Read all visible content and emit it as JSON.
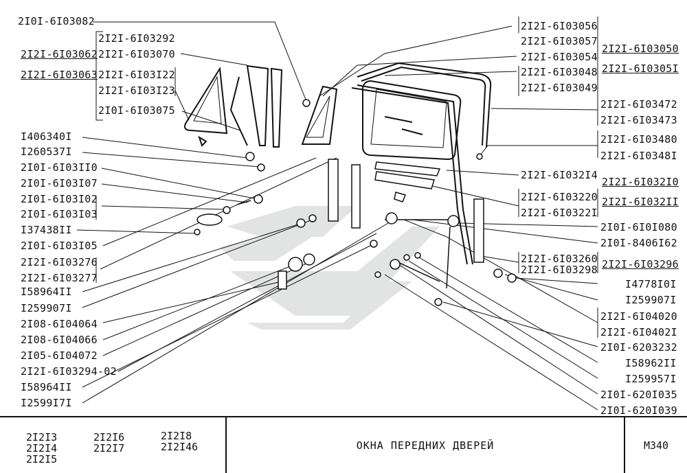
{
  "left_labels": [
    "2I0I-6I03082",
    "2I2I-6I03062",
    "2I2I-6I03063",
    "I406340I",
    "I260537I",
    "2I0I-6I03II0",
    "2I0I-6I03I07",
    "2I0I-6I03I02",
    "2I0I-6I03I03",
    "I37438II",
    "2I0I-6I03I05",
    "2I2I-6I03276",
    "2I2I-6I03277",
    "I58964II",
    "I259907I",
    "2I08-6I04064",
    "2I08-6I04066",
    "2I05-6I04072",
    "2I2I-6I03294-02",
    "I58964II",
    "I2599I7I"
  ],
  "inner_left_labels": [
    "2I2I-6I03292",
    "2I2I-6I03070",
    "2I2I-6I03I22",
    "2I2I-6I03I23",
    "2I0I-6I03075"
  ],
  "right_labels": [
    "2I2I-6I03056",
    "2I2I-6I03057",
    "2I2I-6I03054",
    "2I2I-6I03048",
    "2I2I-6I03049",
    "2I2I-6I03472",
    "2I2I-6I03473",
    "2I2I-6I03480",
    "2I2I-6I0348I",
    "2I2I-6I032I4",
    "2I2I-6I03220",
    "2I2I-6I0322I",
    "2I0I-6I0I080",
    "2I0I-8406I62",
    "2I2I-6I03260",
    "2I2I-6I03298",
    "I4778I0I",
    "I259907I",
    "2I2I-6I04020",
    "2I2I-6I0402I",
    "2I0I-6203232",
    "I58962II",
    "I259957I",
    "2I0I-620I035",
    "2I0I-620I039"
  ],
  "outer_right_labels": [
    "2I2I-6I03050",
    "2I2I-6I0305I",
    "2I2I-6I032I0",
    "2I2I-6I032II",
    "2I2I-6I03296"
  ],
  "footer": {
    "models": [
      "2I2I3",
      "2I2I4",
      "2I2I5",
      "2I2I6",
      "2I2I7",
      "2I2I8",
      "2I2I46"
    ],
    "title": "ОКНА  ПЕРЕДНИХ  ДВЕРЕЙ",
    "sheet": "M340"
  }
}
